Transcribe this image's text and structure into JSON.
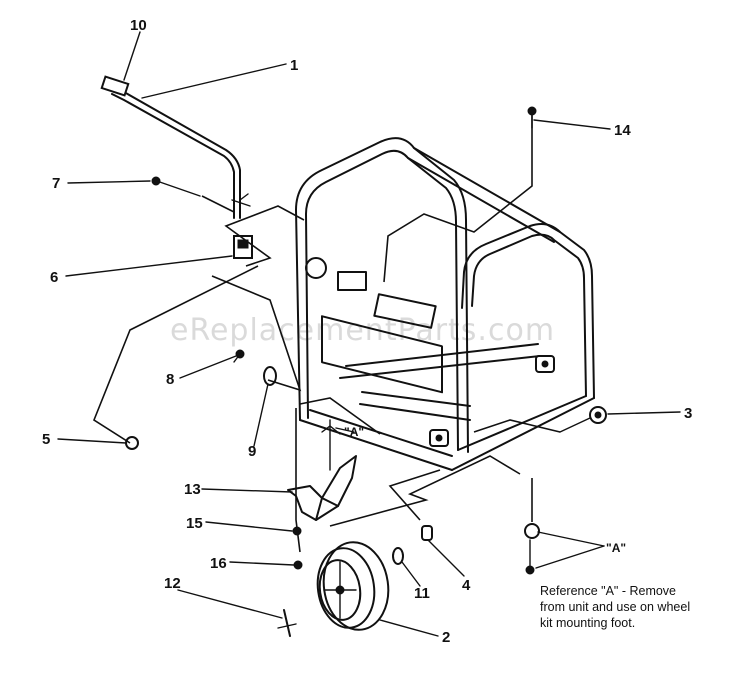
{
  "watermark": "eReplacementParts.com",
  "callouts": {
    "c1": "1",
    "c2": "2",
    "c3": "3",
    "c4": "4",
    "c5": "5",
    "c6": "6",
    "c7": "7",
    "c8": "8",
    "c9": "9",
    "c10": "10",
    "c11": "11",
    "c12": "12",
    "c13": "13",
    "c14": "14",
    "c15": "15",
    "c16": "16"
  },
  "ref_marks": {
    "bracket": "\"A\"",
    "bolts": "\"A\""
  },
  "reference_note": {
    "line1": "Reference \"A\" - Remove",
    "line2": "from unit and use on wheel",
    "line3": "kit mounting foot."
  }
}
